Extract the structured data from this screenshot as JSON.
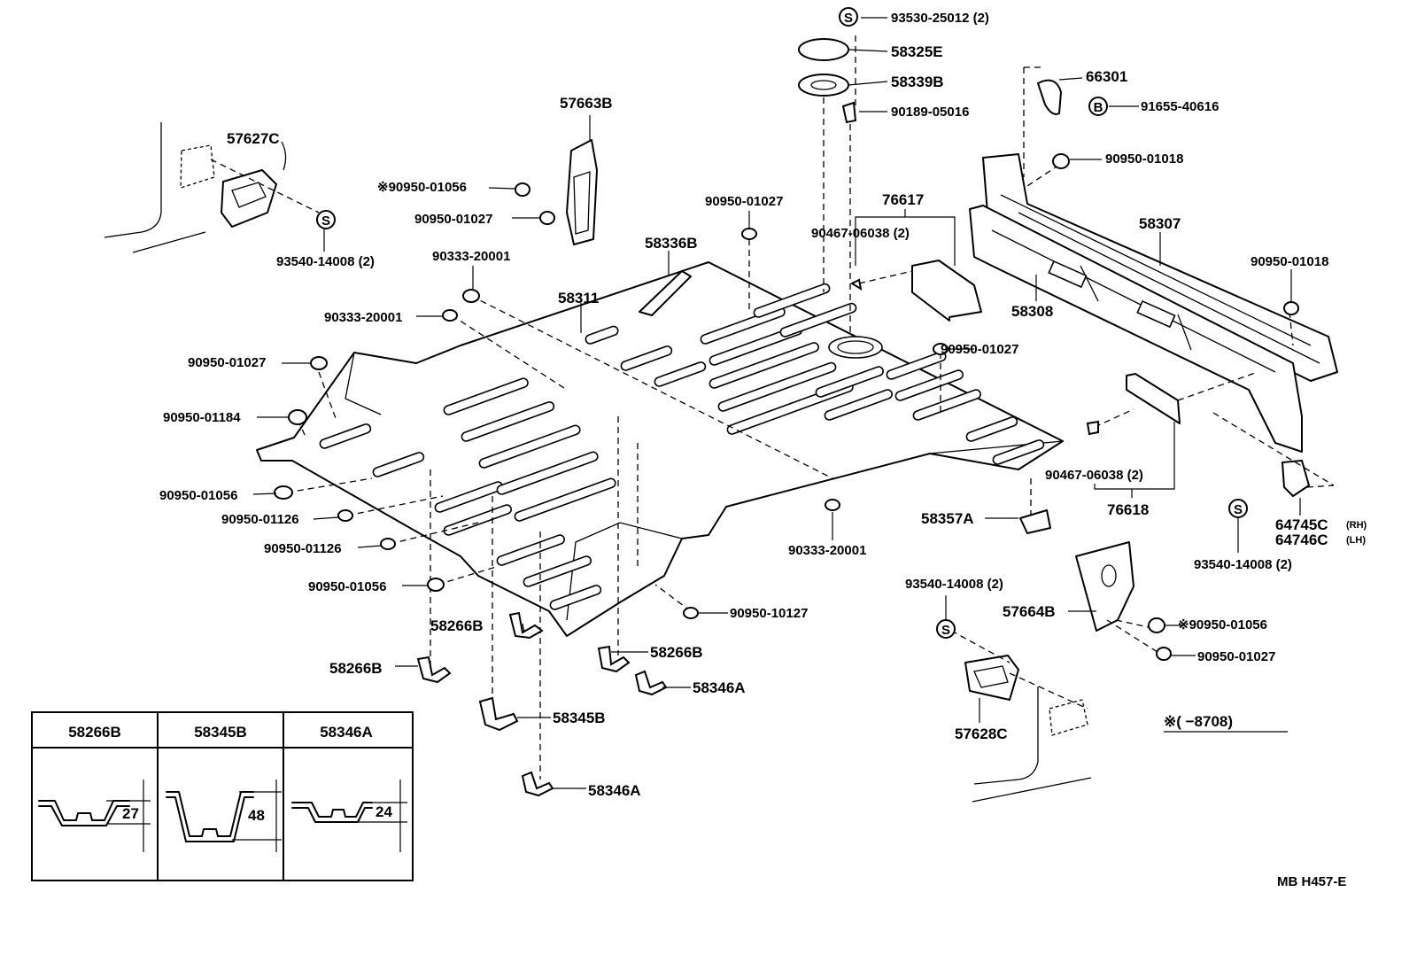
{
  "labels": {
    "p57627C": "57627C",
    "p93540_a": "93540-14008 (2)",
    "p57663B": "57663B",
    "p90950_01056_a": "※90950-01056",
    "p90950_01027_a": "90950-01027",
    "p90333_a": "90333-20001",
    "p90333_b": "90333-20001",
    "p90333_c": "90333-20001",
    "p58336B": "58336B",
    "p58311": "58311",
    "p90950_01027_b": "90950-01027",
    "p90950_01027_c": "90950-01027",
    "p90950_01027_d": "90950-01027",
    "p90950_01027_e": "90950-01027",
    "p90950_01184": "90950-01184",
    "p90950_01056_b": "90950-01056",
    "p90950_01056_c": "90950-01056",
    "p90950_01056_d": "※90950-01056",
    "p90950_01126_a": "90950-01126",
    "p90950_01126_b": "90950-01126",
    "p90950_10127": "90950-10127",
    "p58266B_a": "58266B",
    "p58266B_b": "58266B",
    "p58266B_c": "58266B",
    "p58345B": "58345B",
    "p58346A_a": "58346A",
    "p58346A_b": "58346A",
    "p93530": "93530-25012 (2)",
    "p58325E": "58325E",
    "p58339B": "58339B",
    "p90189": "90189-05016",
    "p76617": "76617",
    "p90467_a": "90467-06038 (2)",
    "p90467_b": "90467-06038 (2)",
    "p66301": "66301",
    "p91655": "91655-40616",
    "p90950_01018_a": "90950-01018",
    "p90950_01018_b": "90950-01018",
    "p58307": "58307",
    "p58308": "58308",
    "p58357A": "58357A",
    "p76618": "76618",
    "p64745C": "64745C",
    "p64745C_side": "(RH)",
    "p64746C": "64746C",
    "p64746C_side": "(LH)",
    "p93540_b": "93540-14008 (2)",
    "p93540_c": "93540-14008 (2)",
    "p57664B": "57664B",
    "p57628C": "57628C",
    "note_range": "※(       −8708)",
    "diagram_code": "MB  H457-E"
  },
  "symbols": {
    "screw_letter": "S",
    "bolt_letter": "B"
  },
  "table": {
    "headers": [
      "58266B",
      "58345B",
      "58346A"
    ],
    "dimensions": [
      "27",
      "48",
      "24"
    ]
  }
}
